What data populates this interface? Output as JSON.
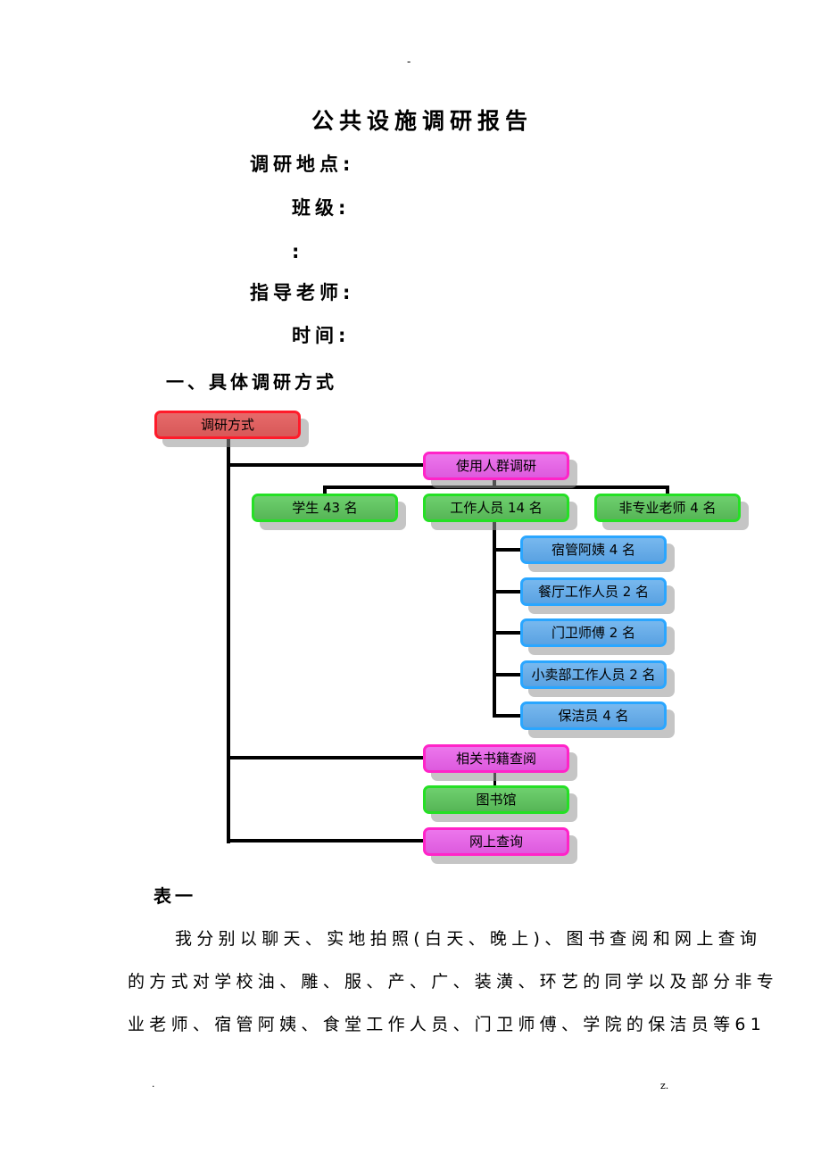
{
  "header": {
    "mark": "-"
  },
  "title": "公共设施调研报告",
  "fields": {
    "location": "调研地点:",
    "class": "班级:",
    "blank": ":",
    "advisor": "指导老师:",
    "time": "时间:"
  },
  "section1": {
    "heading": "一、具体调研方式"
  },
  "diagram": {
    "root": "调研方式",
    "users": "使用人群调研",
    "students": "学生 43 名",
    "staff": "工作人员 14 名",
    "teachers": "非专业老师 4 名",
    "dorm": "宿管阿姨 4 名",
    "canteen": "餐厅工作人员 2 名",
    "guard": "门卫师傅 2 名",
    "shop": "小卖部工作人员 2 名",
    "cleaner": "保洁员 4 名",
    "books": "相关书籍查阅",
    "library": "图书馆",
    "online": "网上查询"
  },
  "caption": "表一",
  "paragraph": {
    "line1": "我分别以聊天、实地拍照(白天、晚上)、图书查阅和网上查询",
    "line2": "的方式对学校油、雕、服、产、广、装潢、环艺的同学以及部分非专",
    "line3": "业老师、宿管阿姨、食堂工作人员、门卫师傅、学院的保洁员等61"
  },
  "footer": {
    "left": ".",
    "right": "z."
  }
}
